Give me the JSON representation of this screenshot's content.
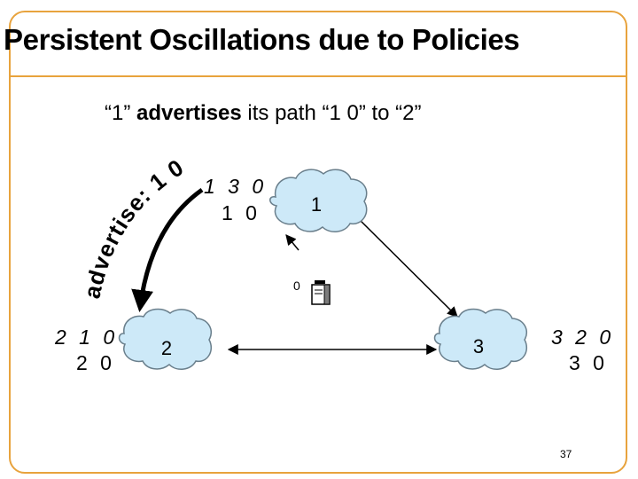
{
  "slide": {
    "title": "Persistent Oscillations due to Policies",
    "subtitle_part1": "“1” ",
    "subtitle_bold": "advertises",
    "subtitle_part2": " its path “1 0” to “2”",
    "page_number": "37"
  },
  "nodes": {
    "node1_label": "1",
    "node2_label": "2",
    "node3_label": "3",
    "node0_label": "0"
  },
  "path_lists": {
    "node1_pref1": "1 3 0",
    "node1_pref2": "1 0",
    "node2_pref1": "2 1 0",
    "node2_pref2": "2 0",
    "node3_pref1": "3 2 0",
    "node3_pref2": "3 0"
  },
  "advertisement": {
    "text": "advertise: 1 0"
  },
  "colors": {
    "frame": "#e8a33d",
    "cloud_fill": "#cde9f8",
    "cloud_stroke": "#6a7f8c",
    "text": "#000000"
  },
  "icons": {
    "destination": "server-icon"
  }
}
